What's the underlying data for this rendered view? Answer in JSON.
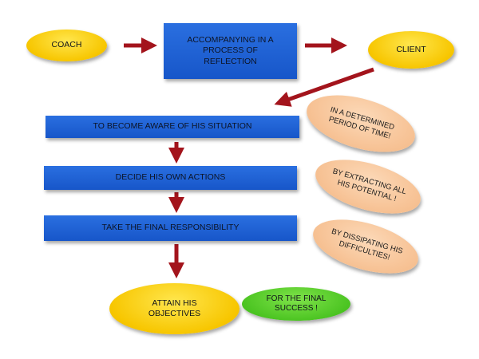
{
  "diagram": {
    "nodes": {
      "coach": "COACH",
      "accompanying": "ACCOMPANYING IN A PROCESS OF REFLECTION",
      "client": "CLIENT",
      "step1": "TO BECOME AWARE OF HIS SITUATION",
      "step2": "DECIDE HIS OWN ACTIONS",
      "step3": "TAKE THE FINAL RESPONSIBILITY",
      "goal": "ATTAIN HIS OBJECTIVES",
      "success": "FOR THE FINAL SUCCESS !"
    },
    "notes": {
      "note1": "IN A DETERMINED PERIOD OF TIME!",
      "note2": "BY EXTRACTING ALL HIS POTENTIAL !",
      "note3": "BY DISSIPATING HIS DIFFICULTIES!"
    },
    "colors": {
      "arrow": "#a3141c",
      "box": "#2164d8",
      "oval_yellow": "#f7c600",
      "oval_green": "#48c21f",
      "oval_peach": "#f6bf90"
    }
  }
}
